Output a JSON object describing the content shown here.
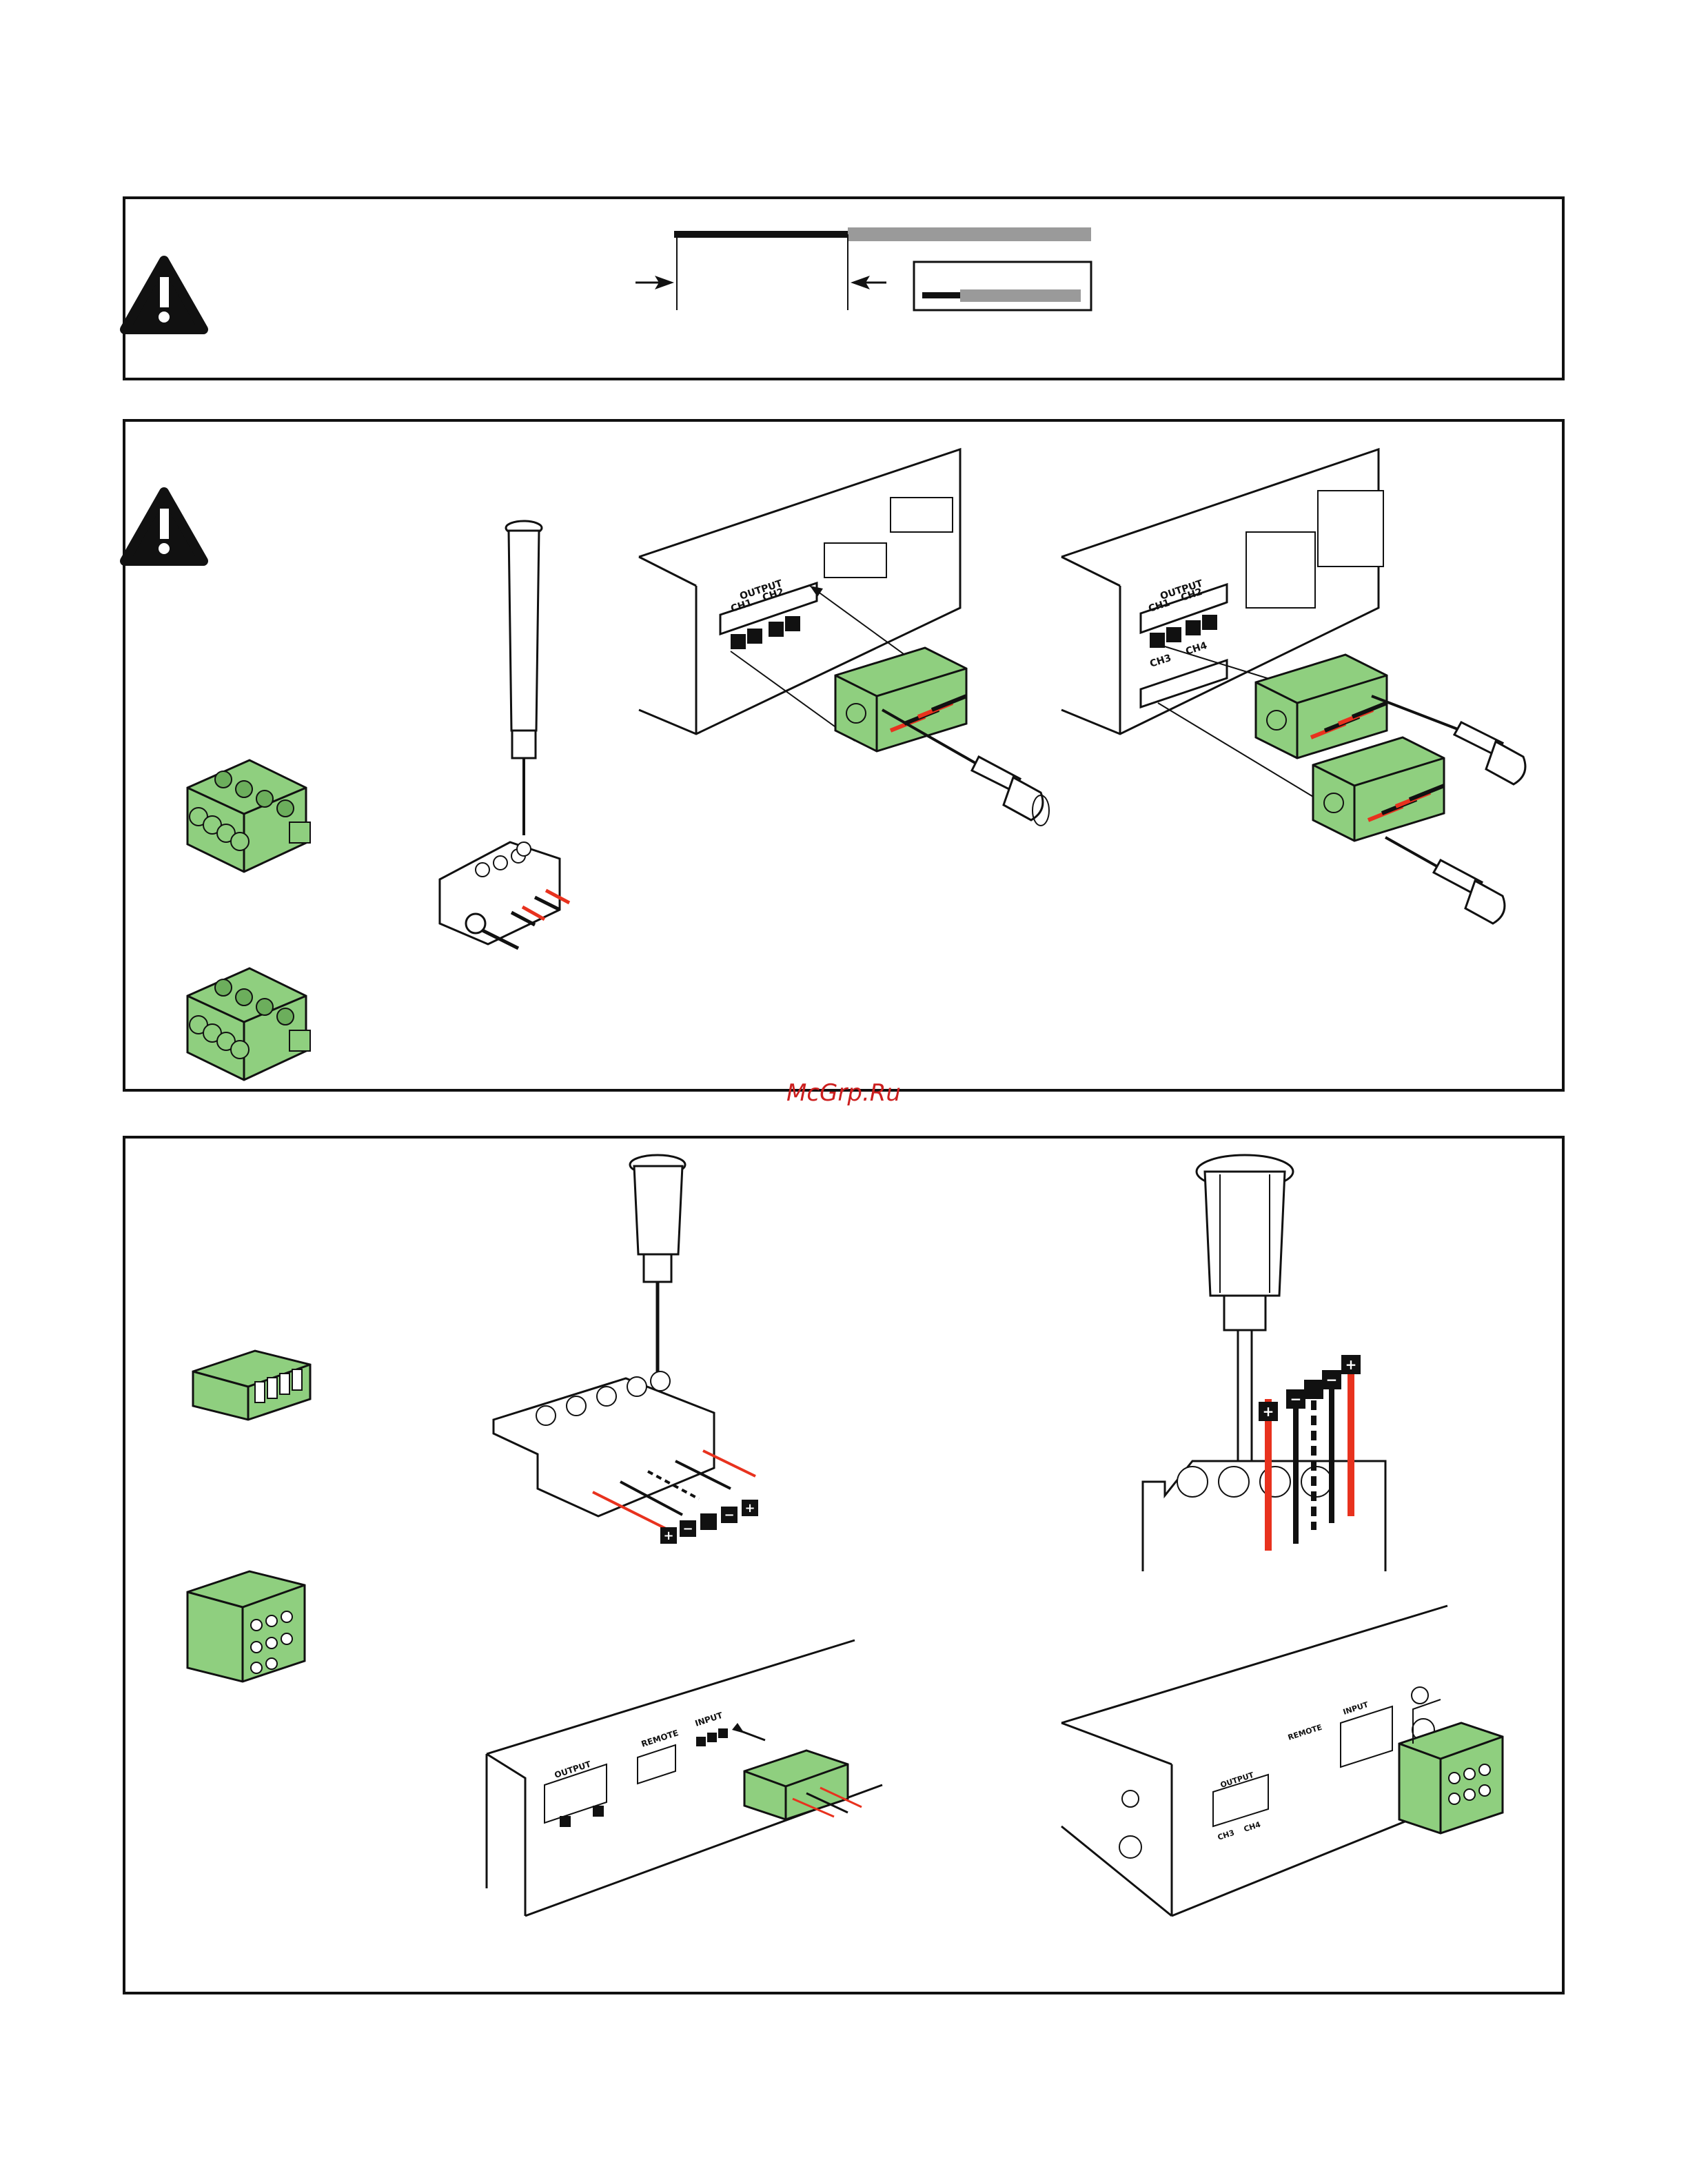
{
  "watermark": "McGrp.Ru",
  "colors": {
    "connector_green": "#8fcf7f",
    "connector_green_dark": "#6cae5c",
    "wire_red": "#e8321e",
    "wire_black": "#111111",
    "wire_gray": "#9a9a9a",
    "panel_border": "#111111",
    "watermark": "#cc1f1f"
  },
  "icons": [
    "warning-triangle-icon",
    "warning-triangle-icon"
  ],
  "amp_labels": {
    "output": "OUTPUT",
    "ch1": "CH1",
    "ch2": "CH2",
    "ch3": "CH3",
    "ch4": "CH4",
    "remote": "REMOTE",
    "input": "INPUT",
    "plus": "+",
    "minus": "−"
  }
}
